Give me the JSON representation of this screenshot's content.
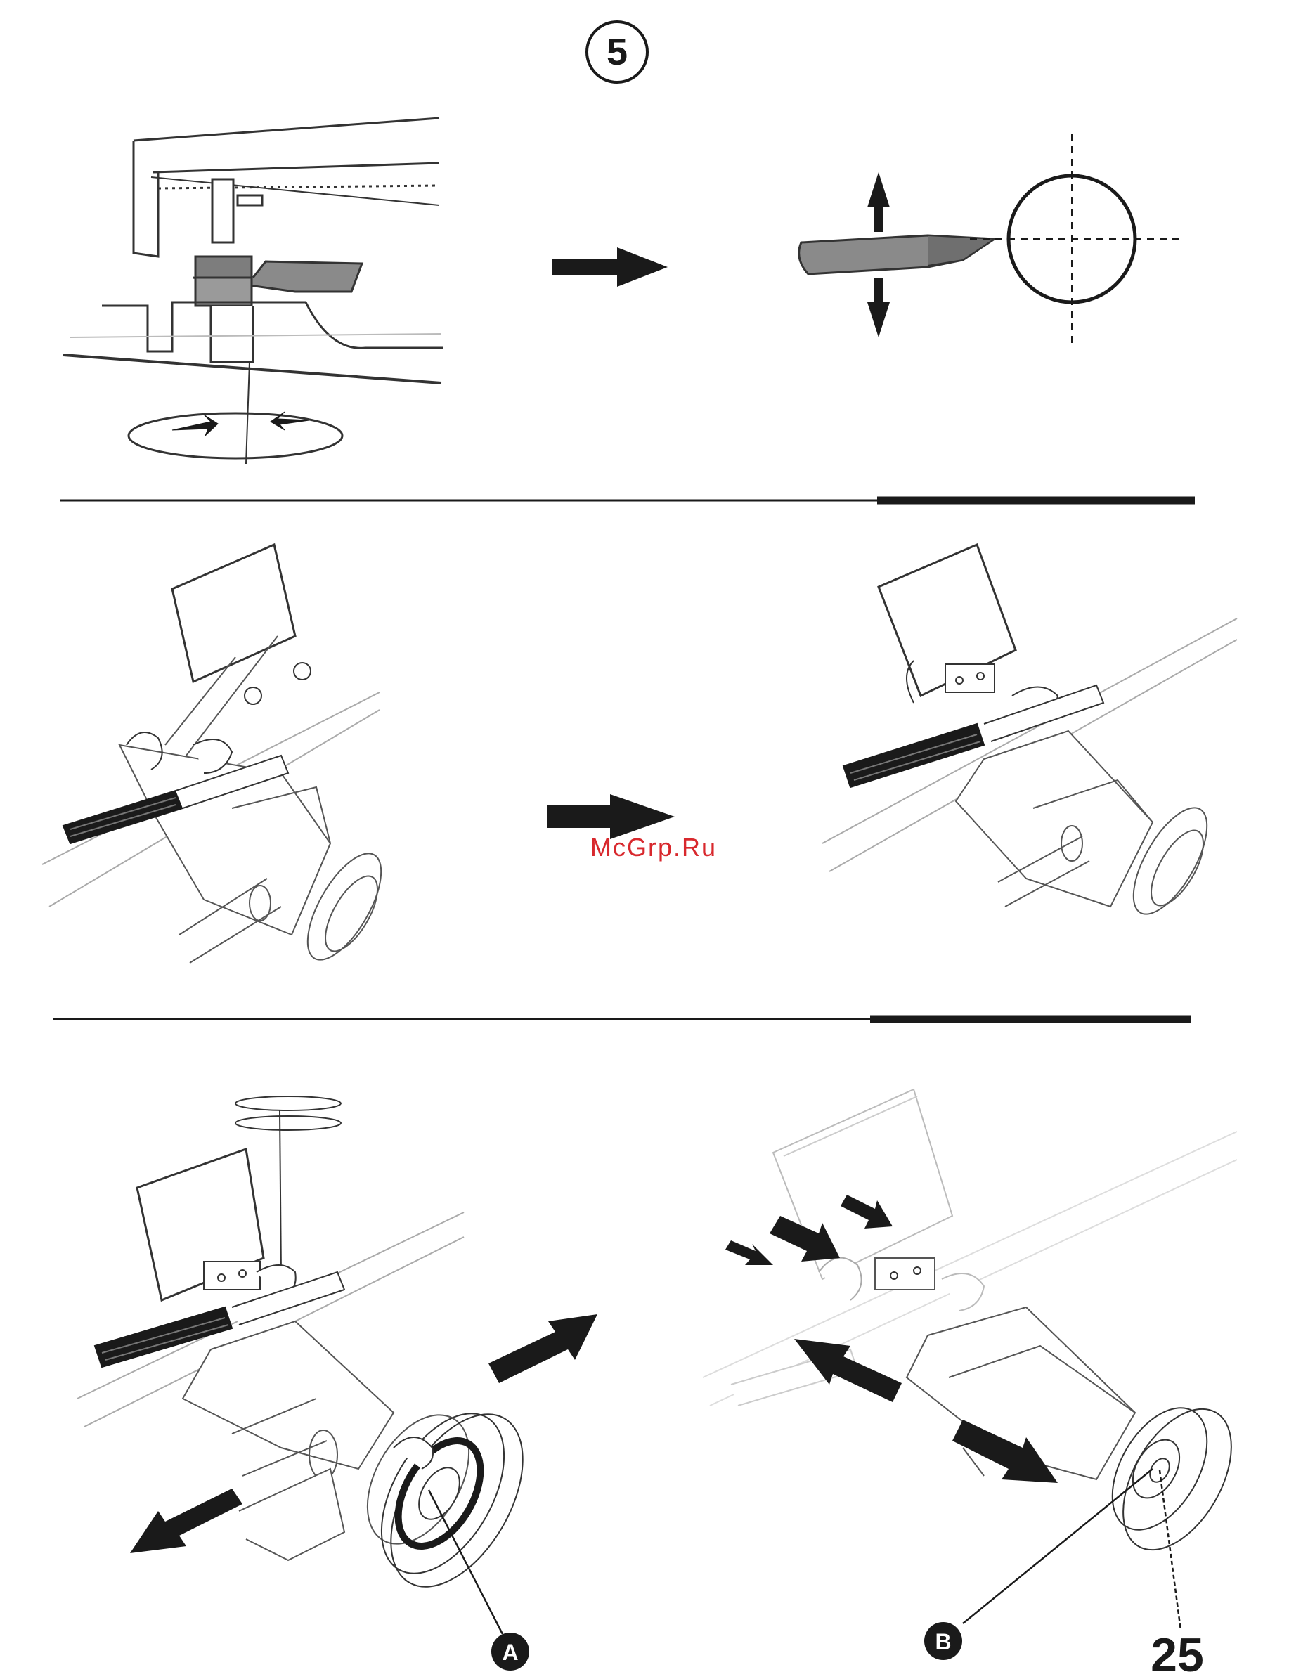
{
  "page": {
    "step_number": "5",
    "watermark": "McGrp.Ru",
    "callout_a": "A",
    "callout_b": "B",
    "part_number": "25"
  },
  "colors": {
    "ink": "#1a1a1a",
    "gray_fill": "#8a8a8a",
    "light_line": "#bdbdbd",
    "watermark": "#d8282d"
  },
  "icons": [
    "arrow-right-icon",
    "arrow-up-down-icon",
    "rotation-arrows-icon",
    "crosshair-circle-icon"
  ]
}
